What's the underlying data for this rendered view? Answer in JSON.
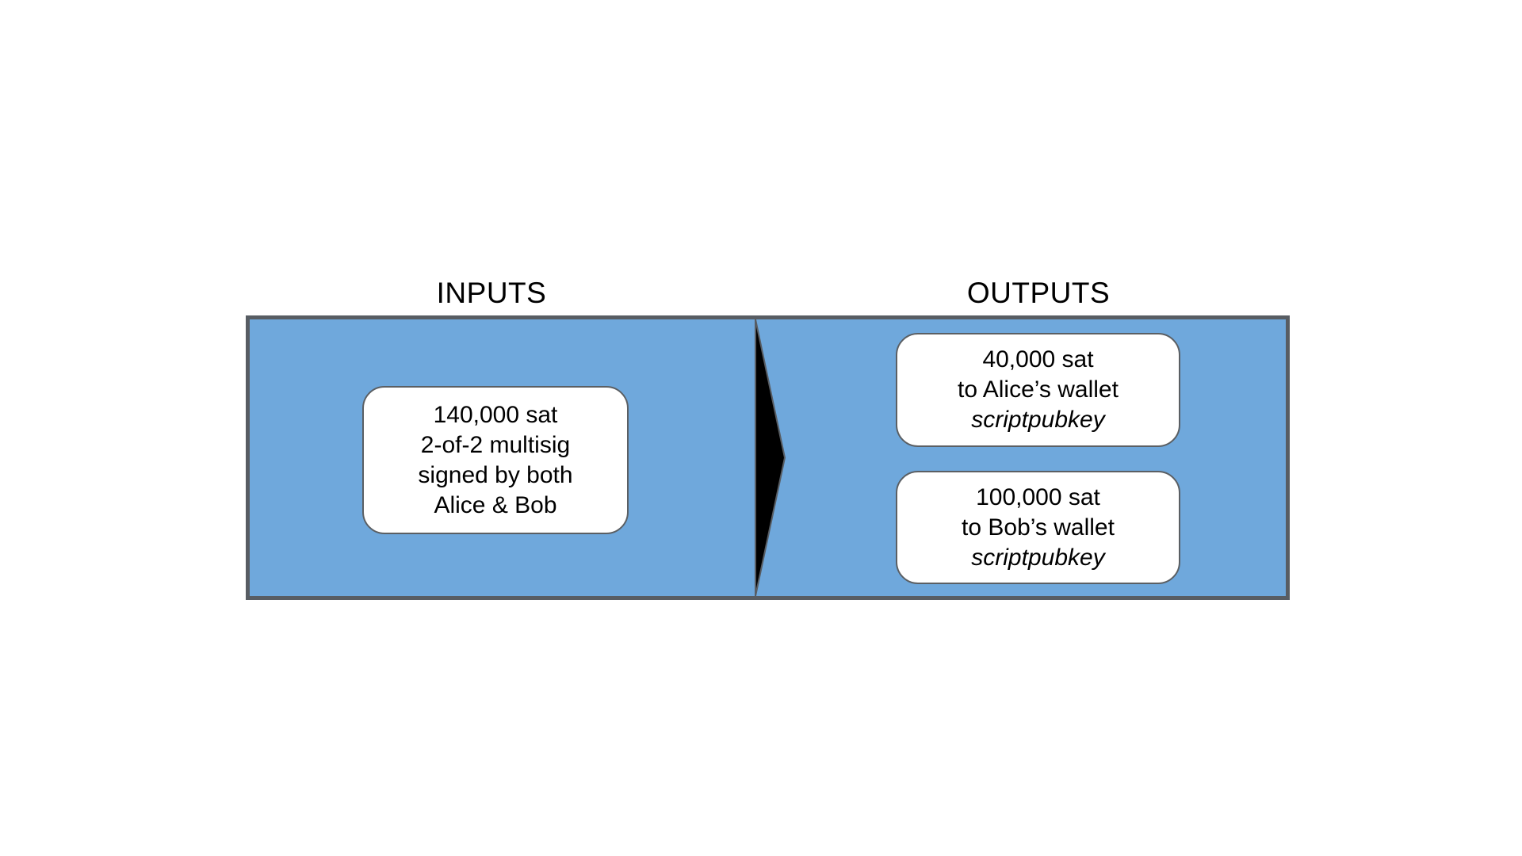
{
  "headings": {
    "inputs": "INPUTS",
    "outputs": "OUTPUTS"
  },
  "colors": {
    "panel_fill": "#6fa8dc",
    "frame_border": "#585d63",
    "arrow_fill": "#000000",
    "box_fill": "#ffffff"
  },
  "inputs": [
    {
      "line1": "140,000 sat",
      "line2": "2-of-2 multisig",
      "line3": "signed by both",
      "line4": "Alice & Bob"
    }
  ],
  "outputs": [
    {
      "line1": "40,000 sat",
      "line2": "to Alice’s wallet",
      "line3": "scriptpubkey"
    },
    {
      "line1": "100,000 sat",
      "line2": "to Bob’s wallet",
      "line3": "scriptpubkey"
    }
  ]
}
